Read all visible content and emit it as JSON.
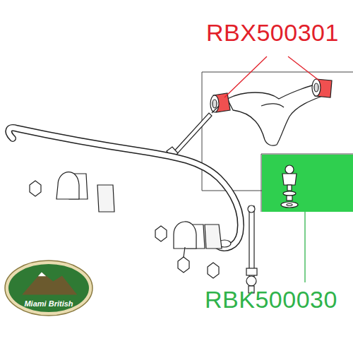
{
  "diagram": {
    "nodes": [
      {
        "text": [
          "Miami British"
        ]
      }
    ],
    "labels": [
      "RBX500301",
      "RBK500030"
    ]
  }
}
